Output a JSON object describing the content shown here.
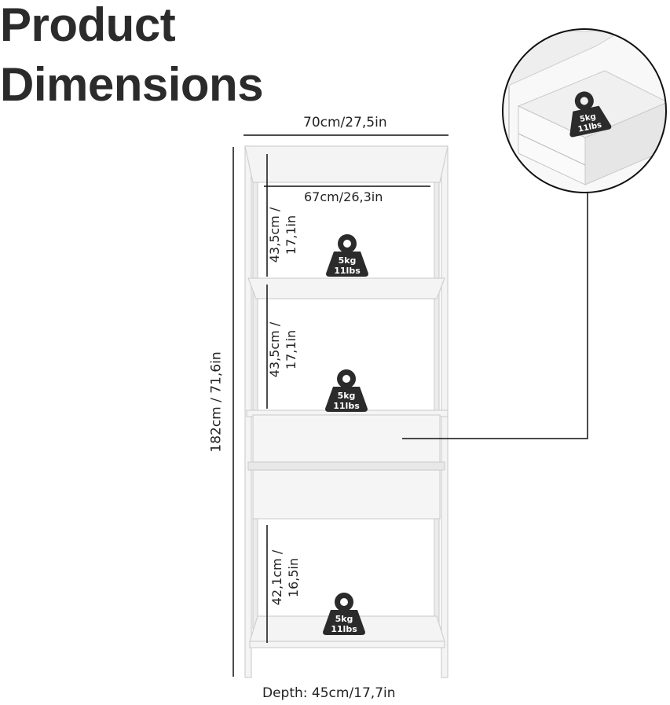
{
  "title": {
    "line1": "Product",
    "line2": "Dimensions"
  },
  "dimensions": {
    "total_width": "70cm/27,5in",
    "inner_width": "67cm/26,3in",
    "total_height": "182cm / 71,6in",
    "depth": "Depth: 45cm/17,7in",
    "shelf_top_height": {
      "line1": "43,5cm /",
      "line2": "17,1in"
    },
    "shelf_middle_height": {
      "line1": "43,5cm /",
      "line2": "17,1in"
    },
    "shelf_bottom_height": {
      "line1": "42,1cm /",
      "line2": "16,5in"
    }
  },
  "load_badges": {
    "top_shelf": {
      "kg": "5kg",
      "lbs": "11lbs"
    },
    "middle_shelf": {
      "kg": "5kg",
      "lbs": "11lbs"
    },
    "bottom_shelf": {
      "kg": "5kg",
      "lbs": "11lbs"
    },
    "drawer": {
      "kg": "5kg",
      "lbs": "11lbs"
    }
  },
  "colors": {
    "furniture": "#f4f4f4",
    "outline": "#d0d0d0",
    "badge": "#2b2b2b",
    "text": "#222222"
  }
}
